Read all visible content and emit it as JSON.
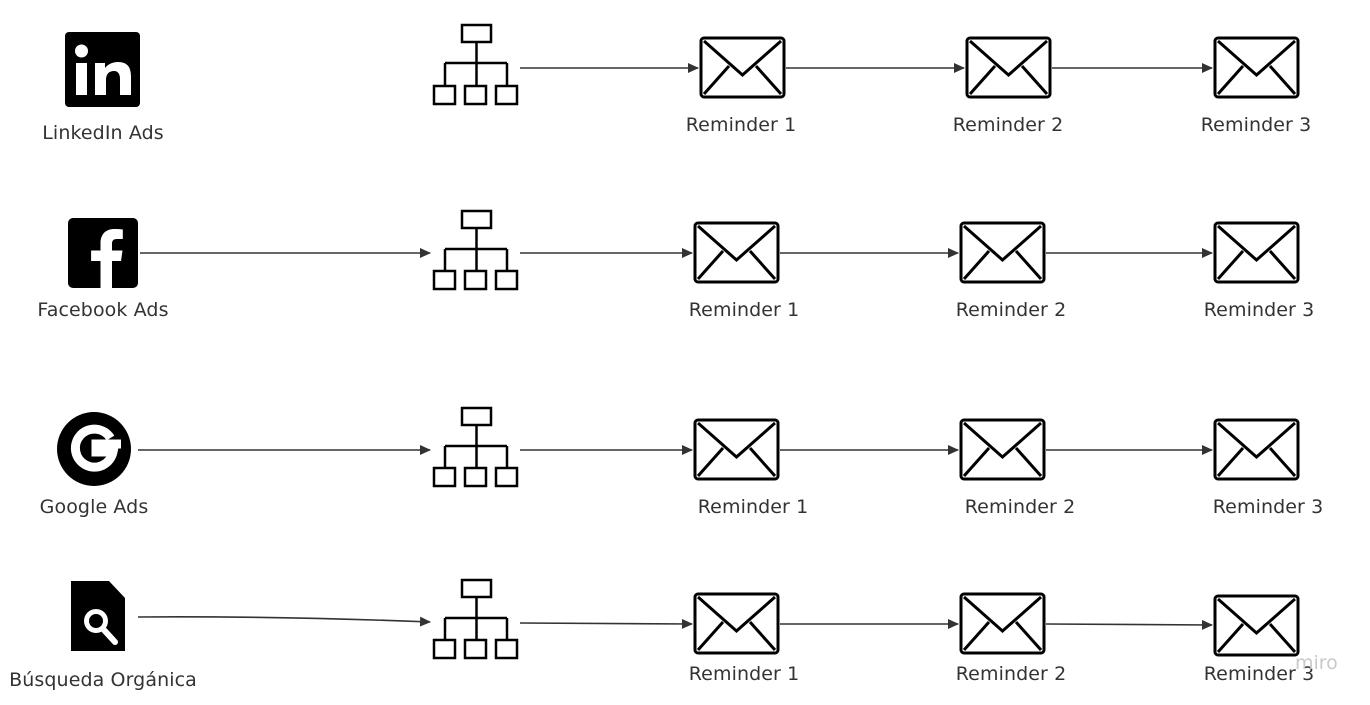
{
  "watermark": "miro",
  "rows": [
    {
      "source": {
        "label": "LinkedIn Ads",
        "icon": "linkedin-icon"
      },
      "hub_icon": "org-chart-icon",
      "reminders": [
        {
          "label": "Reminder 1",
          "icon": "envelope-icon"
        },
        {
          "label": "Reminder 2",
          "icon": "envelope-icon"
        },
        {
          "label": "Reminder 3",
          "icon": "envelope-icon"
        }
      ]
    },
    {
      "source": {
        "label": "Facebook Ads",
        "icon": "facebook-icon"
      },
      "hub_icon": "org-chart-icon",
      "reminders": [
        {
          "label": "Reminder 1",
          "icon": "envelope-icon"
        },
        {
          "label": "Reminder 2",
          "icon": "envelope-icon"
        },
        {
          "label": "Reminder 3",
          "icon": "envelope-icon"
        }
      ]
    },
    {
      "source": {
        "label": "Google Ads",
        "icon": "google-icon"
      },
      "hub_icon": "org-chart-icon",
      "reminders": [
        {
          "label": "Reminder 1",
          "icon": "envelope-icon"
        },
        {
          "label": "Reminder 2",
          "icon": "envelope-icon"
        },
        {
          "label": "Reminder 3",
          "icon": "envelope-icon"
        }
      ]
    },
    {
      "source": {
        "label": "Búsqueda Orgánica",
        "icon": "search-document-icon"
      },
      "hub_icon": "org-chart-icon",
      "reminders": [
        {
          "label": "Reminder 1",
          "icon": "envelope-icon"
        },
        {
          "label": "Reminder 2",
          "icon": "envelope-icon"
        },
        {
          "label": "Reminder 3",
          "icon": "envelope-icon"
        }
      ]
    }
  ]
}
